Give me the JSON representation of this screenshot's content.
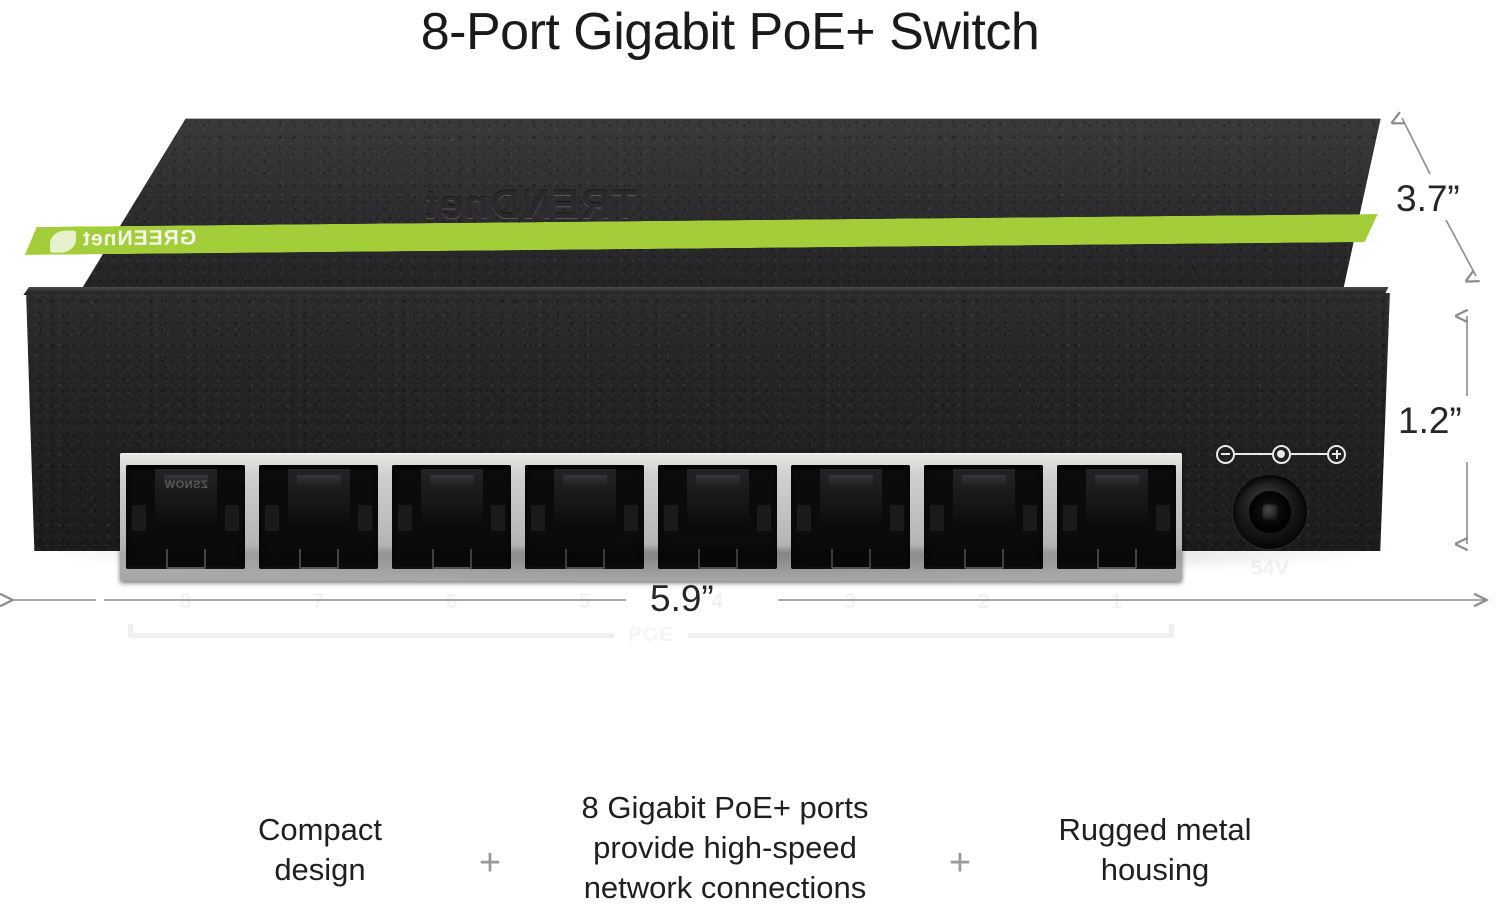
{
  "title": "8-Port Gigabit PoE+ Switch",
  "device": {
    "brand_wordmark": "TRENDnet",
    "greennet_label": "GREENnet",
    "greennet_leaf_icon": "leaf-icon",
    "accent_green": "#a4ce39",
    "chassis_color": "#242426",
    "port_bezel_color": "#cfcfcd",
    "ports": [
      {
        "number": "8",
        "mark": "ZSNOW"
      },
      {
        "number": "7",
        "mark": ""
      },
      {
        "number": "6",
        "mark": ""
      },
      {
        "number": "5",
        "mark": ""
      },
      {
        "number": "4",
        "mark": ""
      },
      {
        "number": "3",
        "mark": ""
      },
      {
        "number": "2",
        "mark": ""
      },
      {
        "number": "1",
        "mark": ""
      }
    ],
    "poe_label": "POE",
    "power": {
      "voltage_label": "54V",
      "polarity_icon": "dc-polarity-icon",
      "jack_icon": "barrel-jack-icon"
    }
  },
  "dimensions": {
    "depth": "3.7”",
    "height": "1.2”",
    "width": "5.9”"
  },
  "features": {
    "separator": "+",
    "blocks": [
      {
        "lines": [
          "Compact",
          "design"
        ]
      },
      {
        "lines": [
          "8 Gigabit PoE+ ports",
          "provide high-speed",
          "network connections"
        ]
      },
      {
        "lines": [
          "Rugged metal",
          "housing"
        ]
      }
    ]
  }
}
